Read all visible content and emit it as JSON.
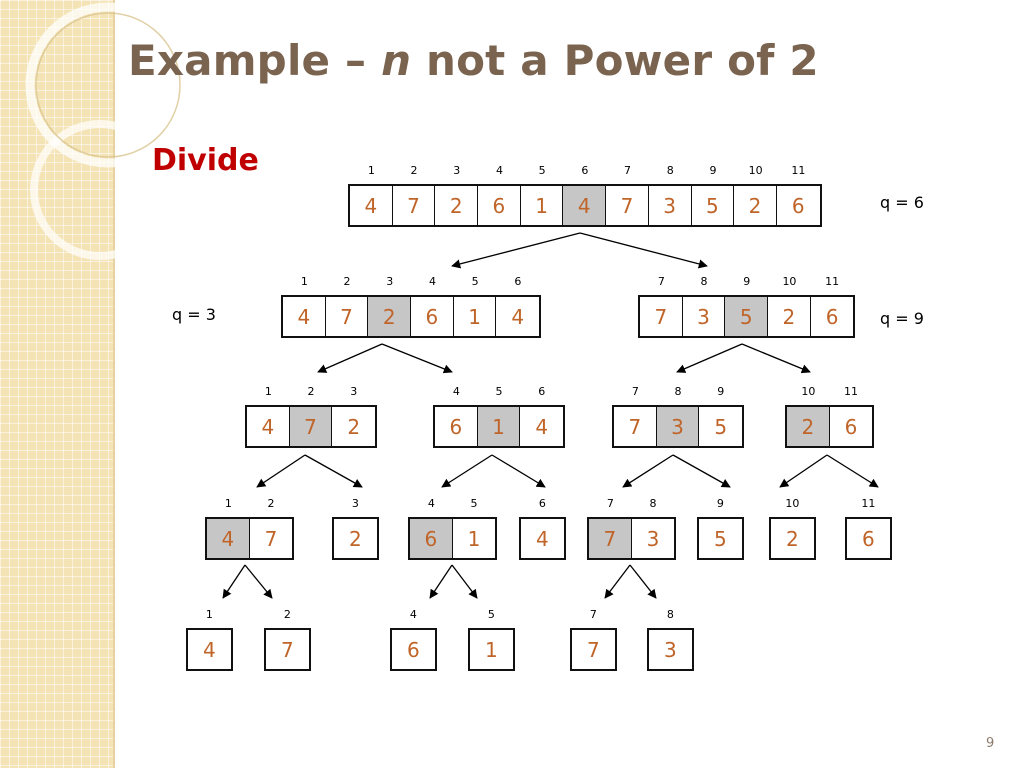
{
  "slide": {
    "title_prefix": "Example – ",
    "title_var": "n",
    "title_suffix": " not a Power of 2",
    "step_label": "Divide",
    "page_number": "9"
  },
  "labels": {
    "q_root": "q = 6",
    "q_left": "q = 3",
    "q_right": "q = 9"
  },
  "arrays": [
    {
      "id": "root",
      "values": [
        "4",
        "7",
        "2",
        "6",
        "1",
        "4",
        "7",
        "3",
        "5",
        "2",
        "6"
      ],
      "indices": [
        "1",
        "2",
        "3",
        "4",
        "5",
        "6",
        "7",
        "8",
        "9",
        "10",
        "11"
      ],
      "pivot": 5
    },
    {
      "id": "l1",
      "values": [
        "4",
        "7",
        "2",
        "6",
        "1",
        "4"
      ],
      "indices": [
        "1",
        "2",
        "3",
        "4",
        "5",
        "6"
      ],
      "pivot": 2
    },
    {
      "id": "r1",
      "values": [
        "7",
        "3",
        "5",
        "2",
        "6"
      ],
      "indices": [
        "7",
        "8",
        "9",
        "10",
        "11"
      ],
      "pivot": 2
    },
    {
      "id": "l2a",
      "values": [
        "4",
        "7",
        "2"
      ],
      "indices": [
        "1",
        "2",
        "3"
      ],
      "pivot": 1
    },
    {
      "id": "l2b",
      "values": [
        "6",
        "1",
        "4"
      ],
      "indices": [
        "4",
        "5",
        "6"
      ],
      "pivot": 1
    },
    {
      "id": "r2a",
      "values": [
        "7",
        "3",
        "5"
      ],
      "indices": [
        "7",
        "8",
        "9"
      ],
      "pivot": 1
    },
    {
      "id": "r2b",
      "values": [
        "2",
        "6"
      ],
      "indices": [
        "10",
        "11"
      ],
      "pivot": 0
    },
    {
      "id": "l3a",
      "values": [
        "4",
        "7"
      ],
      "indices": [
        "1",
        "2"
      ],
      "pivot": 0
    },
    {
      "id": "l3b",
      "values": [
        "2"
      ],
      "indices": [
        "3"
      ],
      "pivot": -1
    },
    {
      "id": "l3c",
      "values": [
        "6",
        "1"
      ],
      "indices": [
        "4",
        "5"
      ],
      "pivot": 0
    },
    {
      "id": "l3d",
      "values": [
        "4"
      ],
      "indices": [
        "6"
      ],
      "pivot": -1
    },
    {
      "id": "r3a",
      "values": [
        "7",
        "3"
      ],
      "indices": [
        "7",
        "8"
      ],
      "pivot": 0
    },
    {
      "id": "r3b",
      "values": [
        "5"
      ],
      "indices": [
        "9"
      ],
      "pivot": -1
    },
    {
      "id": "r3c",
      "values": [
        "2"
      ],
      "indices": [
        "10"
      ],
      "pivot": -1
    },
    {
      "id": "r3d",
      "values": [
        "6"
      ],
      "indices": [
        "11"
      ],
      "pivot": -1
    },
    {
      "id": "l4a",
      "values": [
        "4"
      ],
      "indices": [
        "1"
      ],
      "pivot": -1
    },
    {
      "id": "l4b",
      "values": [
        "7"
      ],
      "indices": [
        "2"
      ],
      "pivot": -1
    },
    {
      "id": "l4c",
      "values": [
        "6"
      ],
      "indices": [
        "4"
      ],
      "pivot": -1
    },
    {
      "id": "l4d",
      "values": [
        "1"
      ],
      "indices": [
        "5"
      ],
      "pivot": -1
    },
    {
      "id": "r4a",
      "values": [
        "7"
      ],
      "indices": [
        "7"
      ],
      "pivot": -1
    },
    {
      "id": "r4b",
      "values": [
        "3"
      ],
      "indices": [
        "8"
      ],
      "pivot": -1
    }
  ],
  "colors": {
    "value_text": "#c0652a",
    "pivot_fill": "#c6c6c6",
    "title": "#7a6450",
    "step_label": "#c00000"
  }
}
